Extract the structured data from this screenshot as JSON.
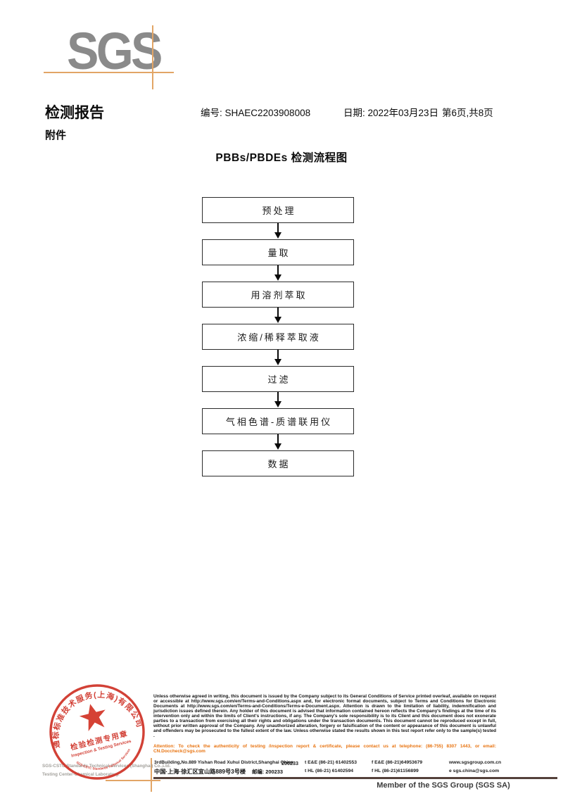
{
  "logo": {
    "text": "SGS"
  },
  "header": {
    "report_title": "检测报告",
    "report_no": "编号: SHAEC2203908008",
    "date": "日期: 2022年03月23日",
    "page_info": "第6页,共8页",
    "attachment_label": "附件"
  },
  "flowchart": {
    "title": "PBBs/PBDEs 检测流程图",
    "steps": [
      "预处理",
      "量取",
      "用溶剂萃取",
      "浓缩/稀释萃取液",
      "过滤",
      "气相色谱-质谱联用仪",
      "数据"
    ]
  },
  "stamp": {
    "arc_top_text": "通标标准技术服务(上海)有限公司",
    "arc_bottom_text": "SGS-CSTC Standards Technical Services",
    "center_line1": "检验检测专用章",
    "center_line2": "Inspection & Testing Services",
    "company_line1": "SGS-CSTC Standards Technical Services (Shanghai) Co.,Ltd.",
    "company_line2": "Testing Center-Chemical Laboratory.",
    "red": "#cf3126"
  },
  "footer": {
    "legal_text": "Unless otherwise agreed in writing, this document is issued by the Company subject to its General Conditions of Service printed overleaf, available on request or accessible at http://www.sgs.com/en/Terms-and-Conditions.aspx and, for electronic format documents, subject to Terms and Conditions for Electronic Documents at http://www.sgs.com/en/Terms-and-Conditions/Terms-e-Document.aspx. Attention is drawn to the limitation of liability, indemnification and jurisdiction issues defined therein. Any holder of this document is advised that information contained hereon reflects the Company's findings at the time of its intervention only and within the limits of Client's instructions, if any. The Company's sole responsibility is to its Client and this document does not exonerate parties to a transaction from exercising all their rights and obligations under the transaction documents. This document cannot be reproduced except in full, without prior written approval of the Company. Any unauthorized alteration, forgery or falsification of the content or appearance of this document is unlawful and offenders may be prosecuted to the fullest extent of the law. Unless otherwise stated the results shown in this test report refer only to the sample(s) tested .",
    "attention_text": "Attention: To check the authenticity of testing /inspection report & certificate, please contact us at telephone: (86-755) 8307 1443, or email: CN.Doccheck@sgs.com",
    "address_en": "3rdBuilding,No.889 Yishan Road Xuhui District,Shanghai China",
    "postcode_en": "200233",
    "address_cn": "中国·上海·徐汇区宜山路889号3号楼",
    "postcode_cn": "邮编: 200233",
    "tel1": "t E&E (86-21) 61402553",
    "fax1": "f E&E (86-21)64953679",
    "website": "www.sgsgroup.com.cn",
    "tel2": "t HL (86-21) 61402594",
    "fax2": "f HL (86-21)61156899",
    "email": "e  sgs.china@sgs.com",
    "member_text": "Member of the SGS Group (SGS SA)"
  },
  "colors": {
    "accent_orange": "#e2a566",
    "attention_orange": "#e87411",
    "stamp_red": "#cf3126",
    "logo_gray": "#8a8a8a"
  }
}
